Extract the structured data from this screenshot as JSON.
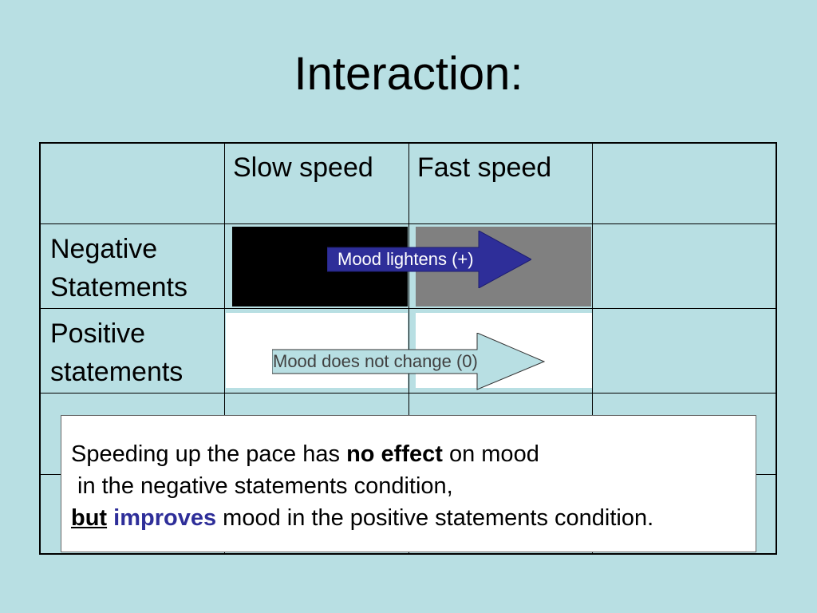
{
  "title": "Interaction:",
  "table": {
    "col_headers": [
      "Slow speed",
      "Fast speed"
    ],
    "row_headers": [
      [
        "Negative",
        "Statements"
      ],
      [
        "Positive",
        "statements"
      ]
    ]
  },
  "arrows": {
    "negative": "Mood lightens (+)",
    "positive": "Mood does not change (0)"
  },
  "note": {
    "line1_pre": "Speeding up the pace has ",
    "line1_bold": "no effect",
    "line1_post": " on mood",
    "line2": "in the negative statements condition,",
    "line3_but": "but",
    "line3_improves": "improves",
    "line3_post": " mood in the positive statements condition."
  },
  "colors": {
    "background": "#b8dfe3",
    "neg_slow_cell": "#000000",
    "neg_fast_cell": "#808080",
    "arrow_blue": "#2e2e99",
    "highlight_blue": "#2e2e99"
  }
}
